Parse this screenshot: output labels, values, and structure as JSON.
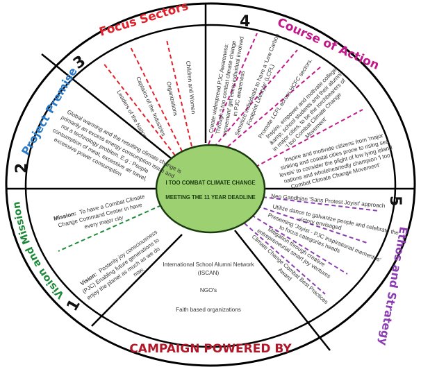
{
  "center": {
    "line1": "I TOO COMBAT CLIMATE CHANGE",
    "line2": "MEETING THE 11 YEAR DEADLINE"
  },
  "colors": {
    "focus": "#e0202a",
    "course": "#c0188a",
    "ethos": "#8a3cb0",
    "campaign": "#b0182a",
    "vision": "#1f8a3a",
    "premise": "#2a7ac8",
    "center_fill": "#9cd070"
  },
  "sections": {
    "vision": {
      "number": "1",
      "title": "Vision and Mission",
      "mission_label": "Mission:",
      "mission": [
        "To have a Combat Climate",
        "Change Command Center in have",
        "every major city"
      ],
      "vision_label": "Vision:",
      "vision": [
        "Posterity joy consciousness",
        "(PJC) Enabling future generations to",
        "enjoy the planet as much as we do",
        "now."
      ]
    },
    "premise": {
      "number": "2",
      "title": "Project Premise",
      "text": [
        "Global warming and the resulting climate change is",
        "primarily an excess energy consumption issue and",
        "not a technology problem. E.g : People",
        "consumption of meat, excessive air travel,",
        "excessive power consumption"
      ]
    },
    "focus": {
      "number": "3",
      "title": "Focus Sectors",
      "items": [
        "Leaders of the Nation",
        "Captains of the Industries",
        "Organizations",
        "Children and Women"
      ]
    },
    "course": {
      "number": "4",
      "title": "Course of Action",
      "items": [
        [
          "Create widespread PJC Awareness:",
          "Through 'I too combat climate change",
          "movement' get every individual involved",
          "in PJC awareness"
        ],
        [
          "Sensitize individuals to have a 'Low Carbon",
          "Footprint Lifestyle' (LCFL)"
        ],
        [
          "Promote LCFL across HCFC sectors."
        ],
        [
          "Inspire, empower and motivate college",
          "&amp; school students and their alumni",
          "in major cities, to be the torchbearers of",
          "'I too Combat Climate Change",
          "Movement'"
        ],
        [
          "Inspire and motivate citizens from 'major",
          "sinking and coastal cities prone to rising sea",
          "levels' to consider the plight of low lying island",
          "nations and wholeheartedly champion 'I too",
          "Combat Climate Change Movement'"
        ]
      ]
    },
    "ethos": {
      "number": "5",
      "title": "Ethos and Strategy",
      "items": [
        [
          "Neo Gandhian 'Sans Protest Joyist' approach"
        ],
        [
          "Utilize dance to galvanize people and celebrate the",
          "victory envisaged"
        ],
        [
          "Presenting 'Joyist - PJC inspirational mementos'",
          "to focus categories heads"
        ],
        [
          "Mitigation through creative",
          "entrepreneurial smart joy ventures"
        ],
        [
          "Climate Change Combat Best Practices",
          "Award"
        ]
      ]
    },
    "campaign": {
      "title": "CAMPAIGN POWERED BY",
      "items": [
        "International School Alumni Network",
        "(ISCAN)",
        "NGO's",
        "Faith based organizations"
      ]
    }
  }
}
